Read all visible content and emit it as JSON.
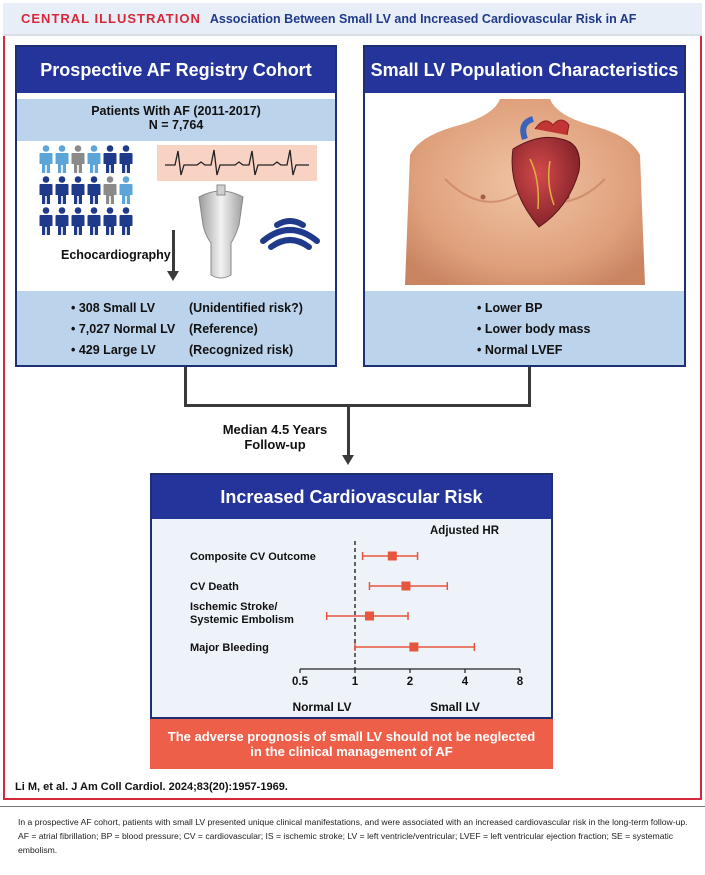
{
  "header": {
    "tag": "CENTRAL ILLUSTRATION",
    "title": "Association Between Small LV and Increased Cardiovascular Risk in AF"
  },
  "left_panel": {
    "title": "Prospective AF Registry Cohort",
    "cohort_label": "Patients With AF (2011-2017)",
    "cohort_n": "N = 7,764",
    "echo_label": "Echocardiography",
    "groups": [
      {
        "count": "• 308 Small LV",
        "note": "(Unidentified risk?)"
      },
      {
        "count": "• 7,027 Normal LV",
        "note": "(Reference)"
      },
      {
        "count": "• 429 Large LV",
        "note": "(Recognized risk)"
      }
    ]
  },
  "right_panel": {
    "title": "Small LV Population Characteristics",
    "traits": [
      "• Lower BP",
      "• Lower body mass",
      "• Normal LVEF"
    ]
  },
  "flow": {
    "line1": "Median 4.5 Years",
    "line2": "Follow-up"
  },
  "risk_panel": {
    "title": "Increased Cardiovascular Risk"
  },
  "chart_data": {
    "type": "forest",
    "header": "Adjusted HR",
    "outcomes": [
      {
        "label": "Composite CV Outcome",
        "hr": 1.6,
        "lo": 1.1,
        "hi": 2.2
      },
      {
        "label": "CV Death",
        "hr": 1.9,
        "lo": 1.2,
        "hi": 3.2
      },
      {
        "label": "Ischemic Stroke/ Systemic Embolism",
        "label_lines": [
          "Ischemic Stroke/",
          "Systemic Embolism"
        ],
        "hr": 1.2,
        "lo": 0.7,
        "hi": 1.95
      },
      {
        "label": "Major Bleeding",
        "hr": 2.1,
        "lo": 1.0,
        "hi": 4.5
      }
    ],
    "xscale": "log",
    "xticks": [
      0.5,
      1,
      2,
      4,
      8
    ],
    "xtick_labels": [
      "0.5",
      "1",
      "2",
      "4",
      "8"
    ],
    "xlim": [
      0.5,
      8
    ],
    "reference": 1,
    "left_label": "Normal LV",
    "right_label": "Small LV",
    "colors": {
      "marker": "#e8553f",
      "axis": "#222222"
    }
  },
  "conclusion": {
    "line1": "The adverse prognosis of small LV should not be neglected",
    "line2": "in the clinical management of AF"
  },
  "citation": "Li M, et al. J Am Coll Cardiol. 2024;83(20):1957-1969.",
  "caption": "In a prospective AF cohort, patients with small LV presented unique clinical manifestations, and were associated with an increased cardiovascular risk in the long-term follow-up. AF = atrial fibrillation; BP = blood pressure; CV = cardiovascular; IS = ischemic stroke; LV = left ventricle/ventricular; LVEF = left ventricular ejection fraction; SE = systematic embolism.",
  "colors": {
    "brand_red": "#d6283b",
    "navy": "#24349a",
    "light_blue": "#bcd3ec",
    "coral": "#ee5f4a"
  }
}
